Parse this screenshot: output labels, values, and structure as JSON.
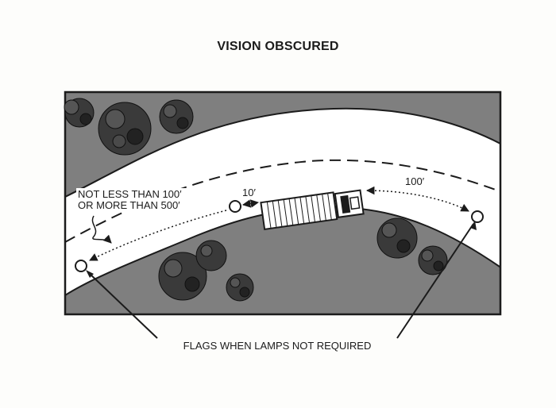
{
  "title": "VISION OBSCURED",
  "labels": {
    "distance_line1": "NOT LESS THAN 100′",
    "distance_line2": "OR MORE THAN 500′",
    "ten_ft": "10′",
    "hundred_ft": "100′",
    "flags_caption": "FLAGS WHEN LAMPS NOT REQUIRED"
  },
  "colors": {
    "ground": "#7f7f7f",
    "road": "#ffffff",
    "ink": "#1b1b1b",
    "tree": "#3a3a3a"
  }
}
